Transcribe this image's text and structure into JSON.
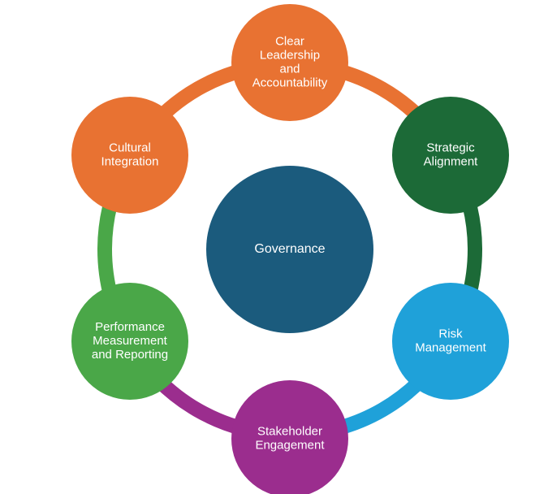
{
  "center": {
    "label": "Governance",
    "color": "#1b5b7d"
  },
  "nodes": [
    {
      "id": "clear-leadership",
      "lines": [
        "Clear",
        "Leadership",
        "and",
        "Accountability"
      ],
      "color": "#e87232"
    },
    {
      "id": "strategic-alignment",
      "lines": [
        "Strategic",
        "Alignment"
      ],
      "color": "#1c6a37"
    },
    {
      "id": "risk-management",
      "lines": [
        "Risk",
        "Management"
      ],
      "color": "#1fa1d9"
    },
    {
      "id": "stakeholder-engagement",
      "lines": [
        "Stakeholder",
        "Engagement"
      ],
      "color": "#9b2d8e"
    },
    {
      "id": "performance-measurement",
      "lines": [
        "Performance",
        "Measurement",
        "and Reporting"
      ],
      "color": "#4aa748"
    },
    {
      "id": "cultural-integration",
      "lines": [
        "Cultural",
        "Integration"
      ],
      "color": "#e87232"
    }
  ],
  "ring_segments": [
    {
      "from": "clear-leadership",
      "to": "strategic-alignment",
      "color": "#e87232"
    },
    {
      "from": "strategic-alignment",
      "to": "risk-management",
      "color": "#1c6a37"
    },
    {
      "from": "risk-management",
      "to": "stakeholder-engagement",
      "color": "#1fa1d9"
    },
    {
      "from": "stakeholder-engagement",
      "to": "performance-measurement",
      "color": "#9b2d8e"
    },
    {
      "from": "performance-measurement",
      "to": "cultural-integration",
      "color": "#4aa748"
    },
    {
      "from": "cultural-integration",
      "to": "clear-leadership",
      "color": "#e87232"
    }
  ]
}
